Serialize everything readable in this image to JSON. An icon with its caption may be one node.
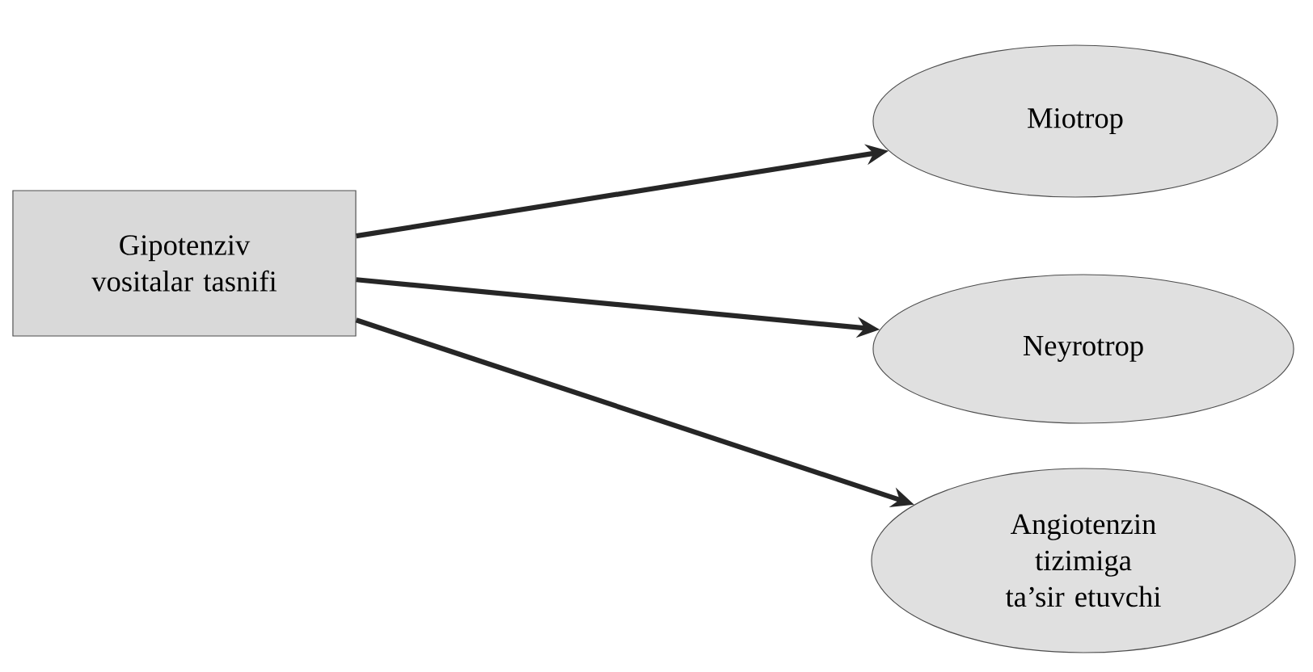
{
  "diagram": {
    "nodes": [
      {
        "text": [
          "Gipotenziv vositalar tasnifi"
        ]
      },
      {
        "text": [
          "Miotrop"
        ]
      },
      {
        "text": [
          "Neyrotrop"
        ]
      },
      {
        "text": [
          "Angiotenzin tizimiga ta’sir etuvchi"
        ]
      }
    ],
    "edges": [
      {
        "from": 0,
        "to": 1,
        "arrow": "to"
      },
      {
        "from": 0,
        "to": 2,
        "arrow": "to"
      },
      {
        "from": 0,
        "to": 3,
        "arrow": "to"
      }
    ]
  }
}
